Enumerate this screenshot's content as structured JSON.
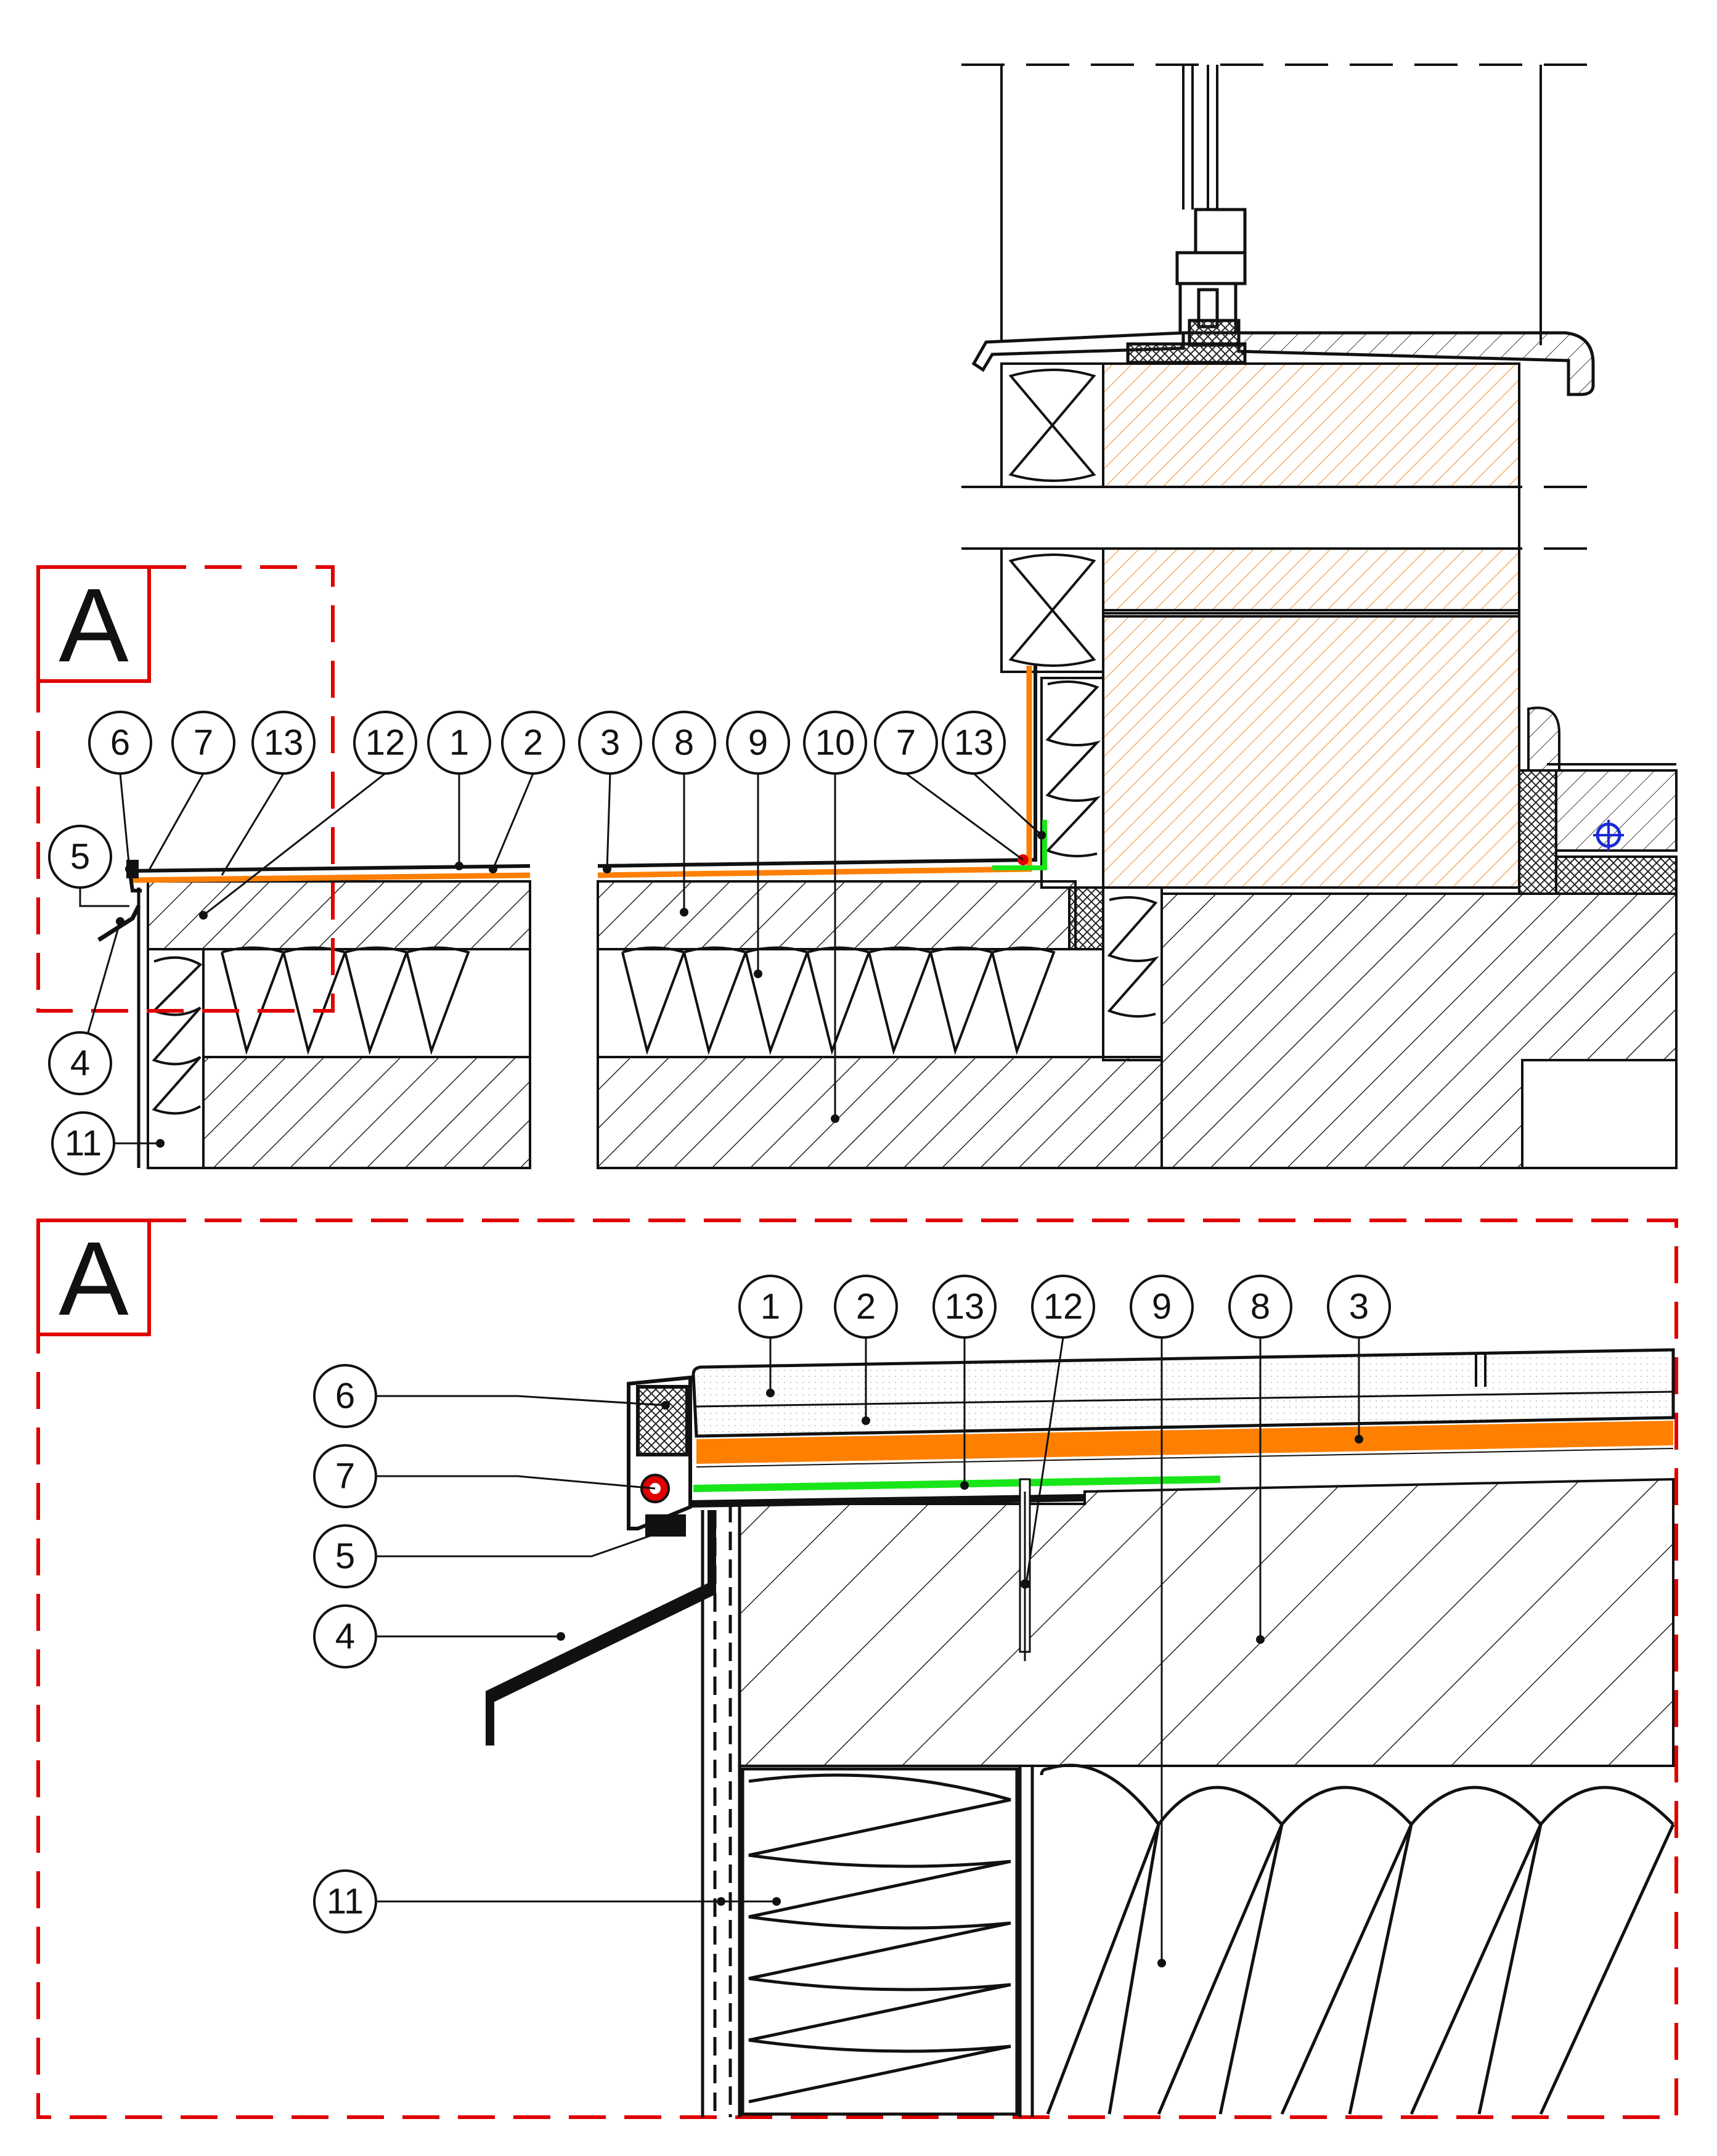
{
  "section_markers": {
    "top": "A",
    "detail": "A"
  },
  "callouts": {
    "top": [
      "6",
      "7",
      "13",
      "12",
      "1",
      "2",
      "3",
      "8",
      "9",
      "10",
      "7",
      "13",
      "5",
      "4",
      "11"
    ],
    "detail": [
      "1",
      "2",
      "13",
      "12",
      "9",
      "8",
      "3",
      "6",
      "7",
      "5",
      "4",
      "11"
    ]
  },
  "colors": {
    "membrane": "#ff7f00",
    "separation_layer": "#19e619",
    "seal": "#e00000",
    "marker_frame": "#e00000",
    "timber_hatch": "#f0a050",
    "ink": "#111111"
  }
}
